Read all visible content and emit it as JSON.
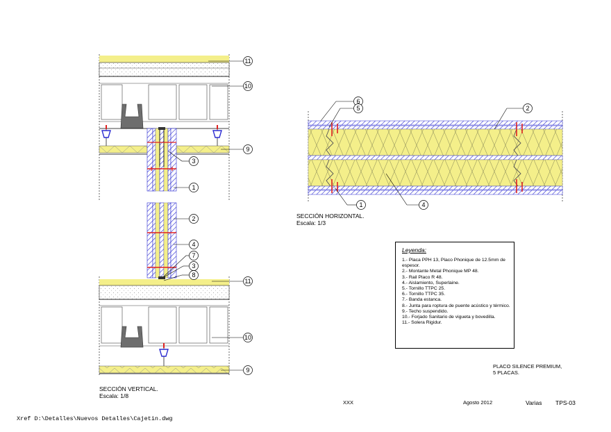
{
  "vertical_section": {
    "title": "SECCIÓN VERTICAL.",
    "scale": "Escala: 1/8",
    "callouts_upper": [
      "11",
      "10",
      "9",
      "3",
      "1",
      "2",
      "4"
    ],
    "callouts_lower": [
      "7",
      "3",
      "8",
      "11",
      "10",
      "9"
    ]
  },
  "horizontal_section": {
    "title": "SECCIÓN HORIZONTAL.",
    "scale": "Escala: 1/3",
    "callouts": [
      "6",
      "5",
      "2",
      "1",
      "4"
    ]
  },
  "legend": {
    "title": "Leyenda:",
    "items": [
      "1.-   Placa PPH 13, Placo Phonique de 12.5mm de espesor.",
      "2.-   Montante Metal Phonique MP 48.",
      "3.-   Rail Placo R 48.",
      "4.-   Aislamiento, Superlaine.",
      "5.-   Tornillo TTPC 25.",
      "6.-   Tornillo TTPC 35.",
      "7.-   Banda estanca.",
      "8.-   Junta para roptura de puente acústico y térmico.",
      "9.-   Techo suspendido.",
      "10.-  Forjado Sanitario de vigueta y bovedilla.",
      "11.-  Solera Rigidur."
    ]
  },
  "title_block": {
    "product_line1": "PLACO SILENCE PREMIUM,",
    "product_line2": "5 PLACAS.",
    "ref": "XXX",
    "date": "Agosto 2012",
    "category": "Varias",
    "code": "TPS-03"
  },
  "xref": "Xref D:\\Detalles\\Nuevos Detalles\\Cajetin.dwg",
  "colors": {
    "insulation": "#f4ef8a",
    "board_hatch": "#2b2bd1",
    "screw": "#e02020",
    "line": "#000000",
    "slab_grey": "#777777"
  }
}
